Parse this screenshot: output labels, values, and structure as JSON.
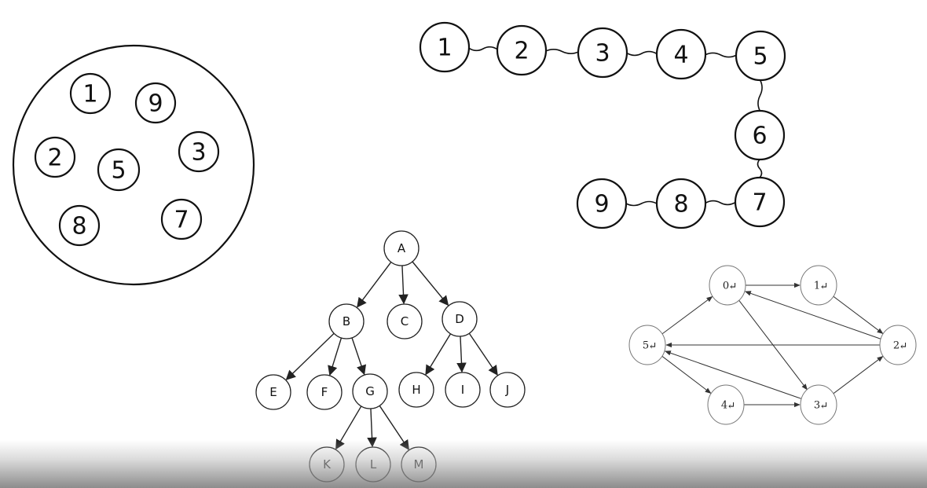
{
  "set_diagram": {
    "elements": [
      "1",
      "9",
      "2",
      "5",
      "3",
      "8",
      "7"
    ]
  },
  "chain_diagram": {
    "nodes": [
      "1",
      "2",
      "3",
      "4",
      "5",
      "6",
      "7",
      "8",
      "9"
    ]
  },
  "tree_diagram": {
    "nodes": [
      "A",
      "B",
      "C",
      "D",
      "E",
      "F",
      "G",
      "H",
      "I",
      "J",
      "K",
      "L",
      "M"
    ],
    "edges": [
      [
        "A",
        "B"
      ],
      [
        "A",
        "C"
      ],
      [
        "A",
        "D"
      ],
      [
        "B",
        "E"
      ],
      [
        "B",
        "F"
      ],
      [
        "B",
        "G"
      ],
      [
        "D",
        "H"
      ],
      [
        "D",
        "I"
      ],
      [
        "D",
        "J"
      ],
      [
        "G",
        "K"
      ],
      [
        "G",
        "L"
      ],
      [
        "G",
        "M"
      ]
    ]
  },
  "directed_graph": {
    "nodes": [
      "0",
      "1",
      "2",
      "3",
      "4",
      "5"
    ],
    "edges": [
      [
        "0",
        "1"
      ],
      [
        "1",
        "2"
      ],
      [
        "2",
        "0"
      ],
      [
        "2",
        "5"
      ],
      [
        "5",
        "0"
      ],
      [
        "5",
        "4"
      ],
      [
        "4",
        "3"
      ],
      [
        "3",
        "2"
      ],
      [
        "3",
        "5"
      ],
      [
        "0",
        "3"
      ]
    ]
  },
  "colors": {
    "background": "#ffffff",
    "hand_stroke": "#111111",
    "tree_stroke": "#222222",
    "graph_stroke": "#777777"
  }
}
